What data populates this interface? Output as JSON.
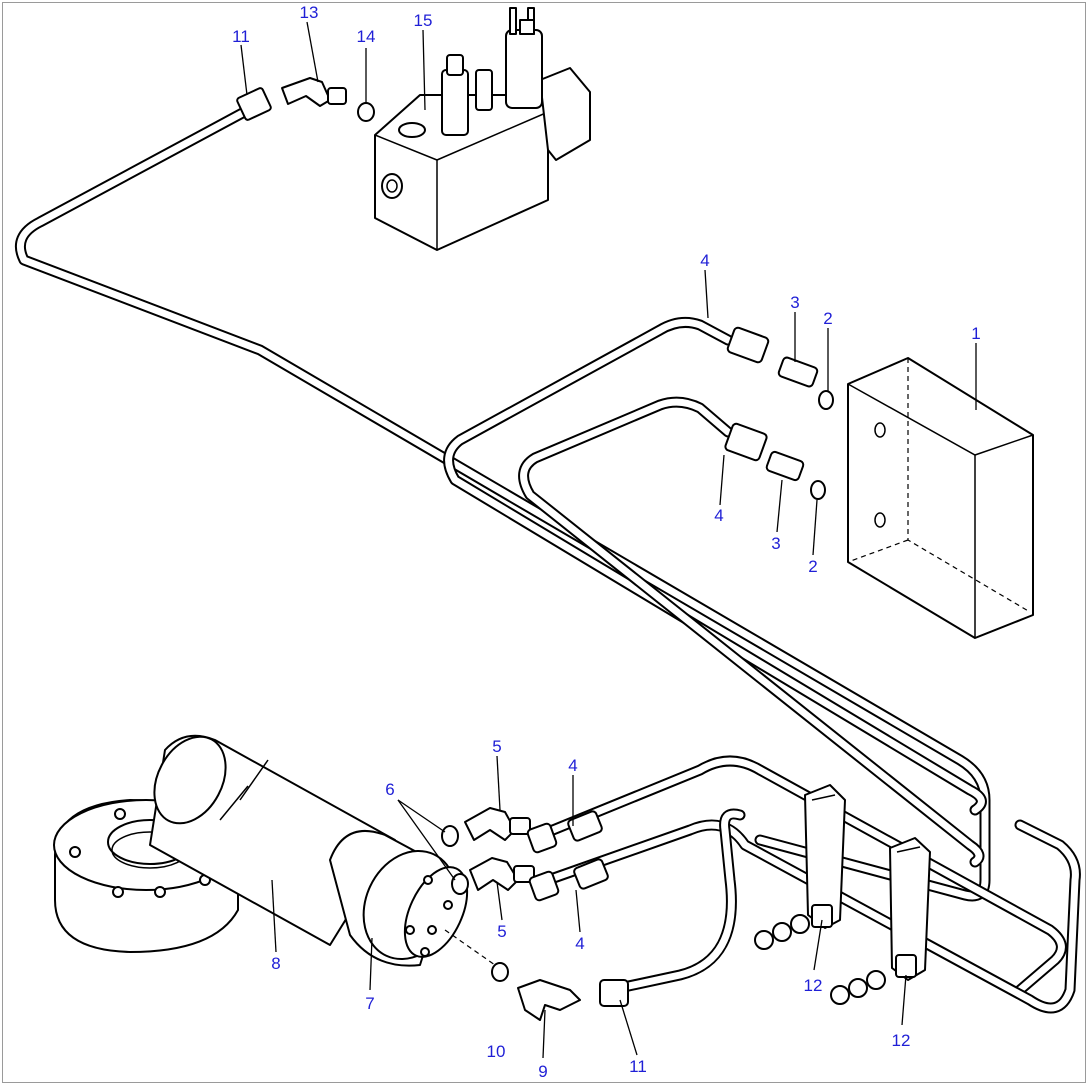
{
  "callouts": [
    {
      "label": "11"
    },
    {
      "label": "13"
    },
    {
      "label": "14"
    },
    {
      "label": "15"
    },
    {
      "label": "4"
    },
    {
      "label": "3"
    },
    {
      "label": "2"
    },
    {
      "label": "1"
    },
    {
      "label": "4"
    },
    {
      "label": "3"
    },
    {
      "label": "2"
    },
    {
      "label": "5"
    },
    {
      "label": "4"
    },
    {
      "label": "6"
    },
    {
      "label": "5"
    },
    {
      "label": "4"
    },
    {
      "label": "8"
    },
    {
      "label": "7"
    },
    {
      "label": "10"
    },
    {
      "label": "9"
    },
    {
      "label": "11"
    },
    {
      "label": "12"
    },
    {
      "label": "12"
    }
  ]
}
